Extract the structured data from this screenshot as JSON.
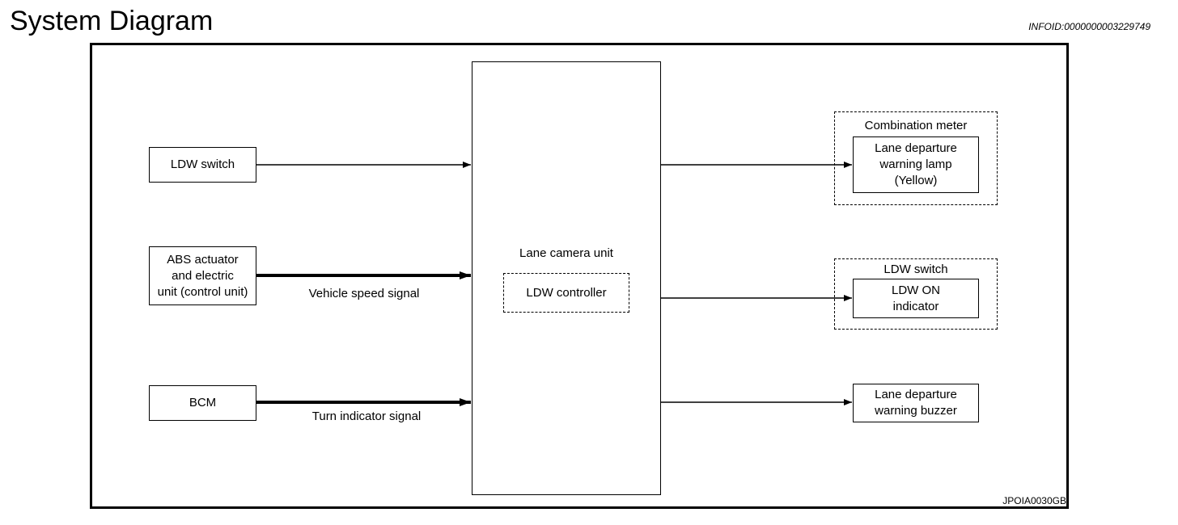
{
  "header": {
    "title": "System Diagram",
    "info_id": "INFOID:0000000003229749"
  },
  "diagram": {
    "inputs": {
      "ldw_switch": "LDW switch",
      "abs_unit": "ABS actuator\nand electric\nunit (control unit)",
      "bcm": "BCM"
    },
    "signals": {
      "vehicle_speed": "Vehicle speed signal",
      "turn_indicator": "Turn indicator signal"
    },
    "central": {
      "unit_label": "Lane camera unit",
      "controller_label": "LDW controller"
    },
    "outputs": {
      "combination_meter_group": "Combination meter",
      "warning_lamp": "Lane departure\nwarning lamp\n(Yellow)",
      "ldw_switch_group": "LDW switch",
      "ldw_on_indicator": "LDW ON\nindicator",
      "warning_buzzer": "Lane departure\nwarning buzzer"
    },
    "figure_id": "JPOIA0030GB"
  }
}
